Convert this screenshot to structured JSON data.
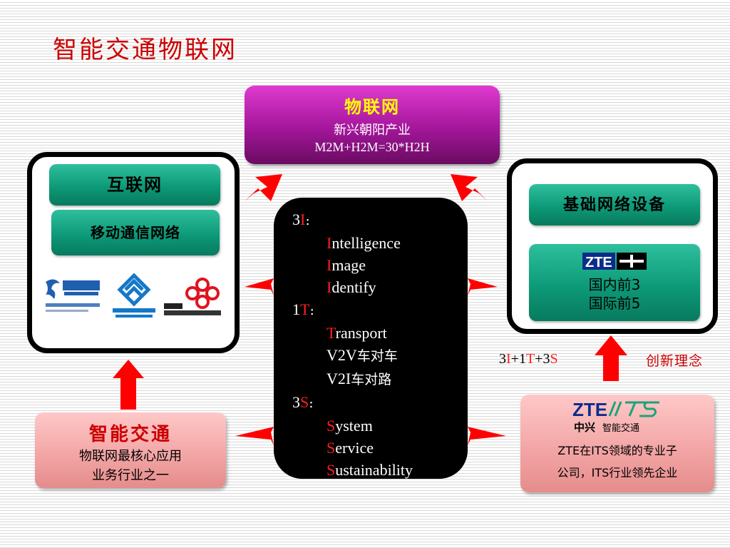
{
  "title": "智能交通物联网",
  "iot": {
    "title": "物联网",
    "subtitle": "新兴朝阳产业",
    "equation": "M2M+H2M=30*H2H"
  },
  "left_panel": {
    "internet": "互联网",
    "mobile_network": "移动通信网络",
    "logos": [
      "china-telecom-logo",
      "china-mobile-logo",
      "china-unicom-logo"
    ]
  },
  "right_panel": {
    "infrastructure": "基础网络设备",
    "zte_logo_text": "ZTE中兴",
    "rank_domestic": "国内前3",
    "rank_international": "国际前5"
  },
  "center": {
    "i_head_num": "3",
    "i_head_letter": "I",
    "i_head_colon": ":",
    "i_items": [
      {
        "first": "I",
        "rest": "ntelligence"
      },
      {
        "first": "I",
        "rest": "mage"
      },
      {
        "first": "I",
        "rest": "dentify"
      }
    ],
    "t_head_num": "1",
    "t_head_letter": "T",
    "t_head_colon": ":",
    "t_items": [
      {
        "first": "T",
        "rest": "ransport"
      },
      {
        "first": "",
        "rest": "V2V",
        "cn": "车对车"
      },
      {
        "first": "",
        "rest": "V2I",
        "cn": "车对路"
      }
    ],
    "s_head_num": "3",
    "s_head_letter": "S",
    "s_head_colon": ":",
    "s_items": [
      {
        "first": "S",
        "rest": "ystem"
      },
      {
        "first": "S",
        "rest": "ervice"
      },
      {
        "first": "S",
        "rest": "ustainability"
      }
    ]
  },
  "its": {
    "title": "智能交通",
    "desc_line1": "物联网最核心应用",
    "desc_line2": "业务行业之一"
  },
  "zte_its": {
    "logo_text": "ZTE ITS 中兴 智能交通",
    "desc_line1": "ZTE在ITS领域的专业子",
    "desc_line2": "公司，ITS行业领先企业"
  },
  "formula": {
    "p1": "3",
    "p2": "I",
    "p3": "+1",
    "p4": "T",
    "p5": "+3",
    "p6": "S"
  },
  "innovation": "创新理念",
  "colors": {
    "accent_red": "#ff0000",
    "title_red": "#cc0000",
    "teal": "#0d9a78",
    "magenta": "#a3169a",
    "pink": "#f2a3a3"
  }
}
